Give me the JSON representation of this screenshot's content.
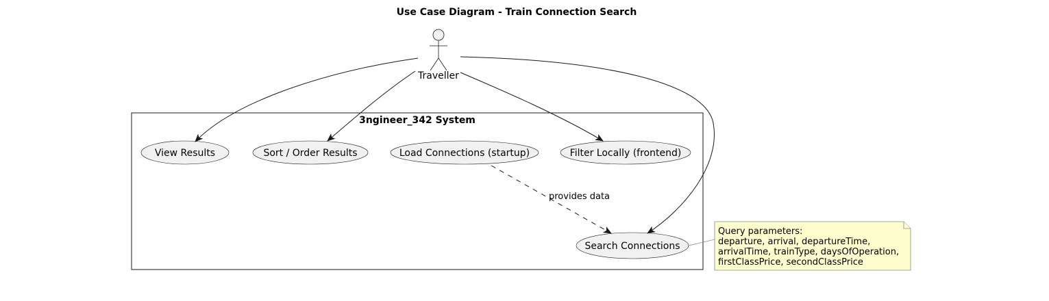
{
  "diagram": {
    "title": "Use Case Diagram - Train Connection Search",
    "actor": {
      "label": "Traveller"
    },
    "system": {
      "label": "3ngineer_342 System"
    },
    "use_cases": [
      {
        "id": "view-results",
        "label": "View Results"
      },
      {
        "id": "sort-results",
        "label": "Sort / Order Results"
      },
      {
        "id": "load-connections",
        "label": "Load Connections (startup)"
      },
      {
        "id": "filter-locally",
        "label": "Filter Locally (frontend)"
      },
      {
        "id": "search-connections",
        "label": "Search Connections"
      }
    ],
    "relations": [
      {
        "from": "Traveller",
        "to": "View Results",
        "style": "solid"
      },
      {
        "from": "Traveller",
        "to": "Sort / Order Results",
        "style": "solid"
      },
      {
        "from": "Traveller",
        "to": "Filter Locally (frontend)",
        "style": "solid"
      },
      {
        "from": "Traveller",
        "to": "Search Connections",
        "style": "solid"
      },
      {
        "from": "Load Connections (startup)",
        "to": "Search Connections",
        "style": "dashed",
        "label": "provides data"
      }
    ],
    "note": {
      "attached_to": "Search Connections",
      "lines": [
        "Query parameters:",
        "departure, arrival, departureTime,",
        "arrivalTime, trainType, daysOfOperation,",
        "firstClassPrice, secondClassPrice"
      ]
    },
    "colors": {
      "usecase_fill": "#f1f1f1",
      "note_fill": "#fefece",
      "note_border": "#888888",
      "line": "#181818"
    }
  }
}
